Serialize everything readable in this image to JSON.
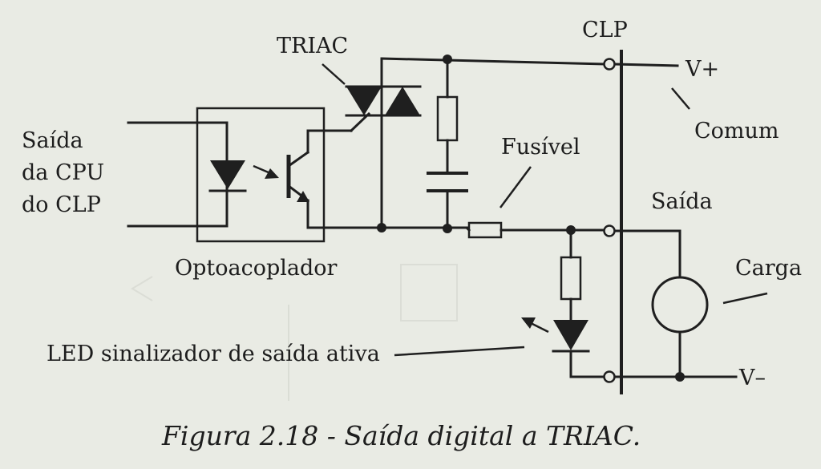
{
  "labels": {
    "triac": "TRIAC",
    "clp": "CLP",
    "v_plus": "V+",
    "comum": "Comum",
    "saida_cpu_1": "Saída",
    "saida_cpu_2": "da CPU",
    "saida_cpu_3": "do CLP",
    "fusivel": "Fusível",
    "saida": "Saída",
    "carga": "Carga",
    "optoacoplador": "Optoacoplador",
    "led": "LED sinalizador de saída ativa",
    "v_minus": "V–"
  },
  "caption": "Figura 2.18 - Saída digital a TRIAC.",
  "colors": {
    "paper": "#e9ebe4",
    "ink": "#1f1f1f"
  }
}
